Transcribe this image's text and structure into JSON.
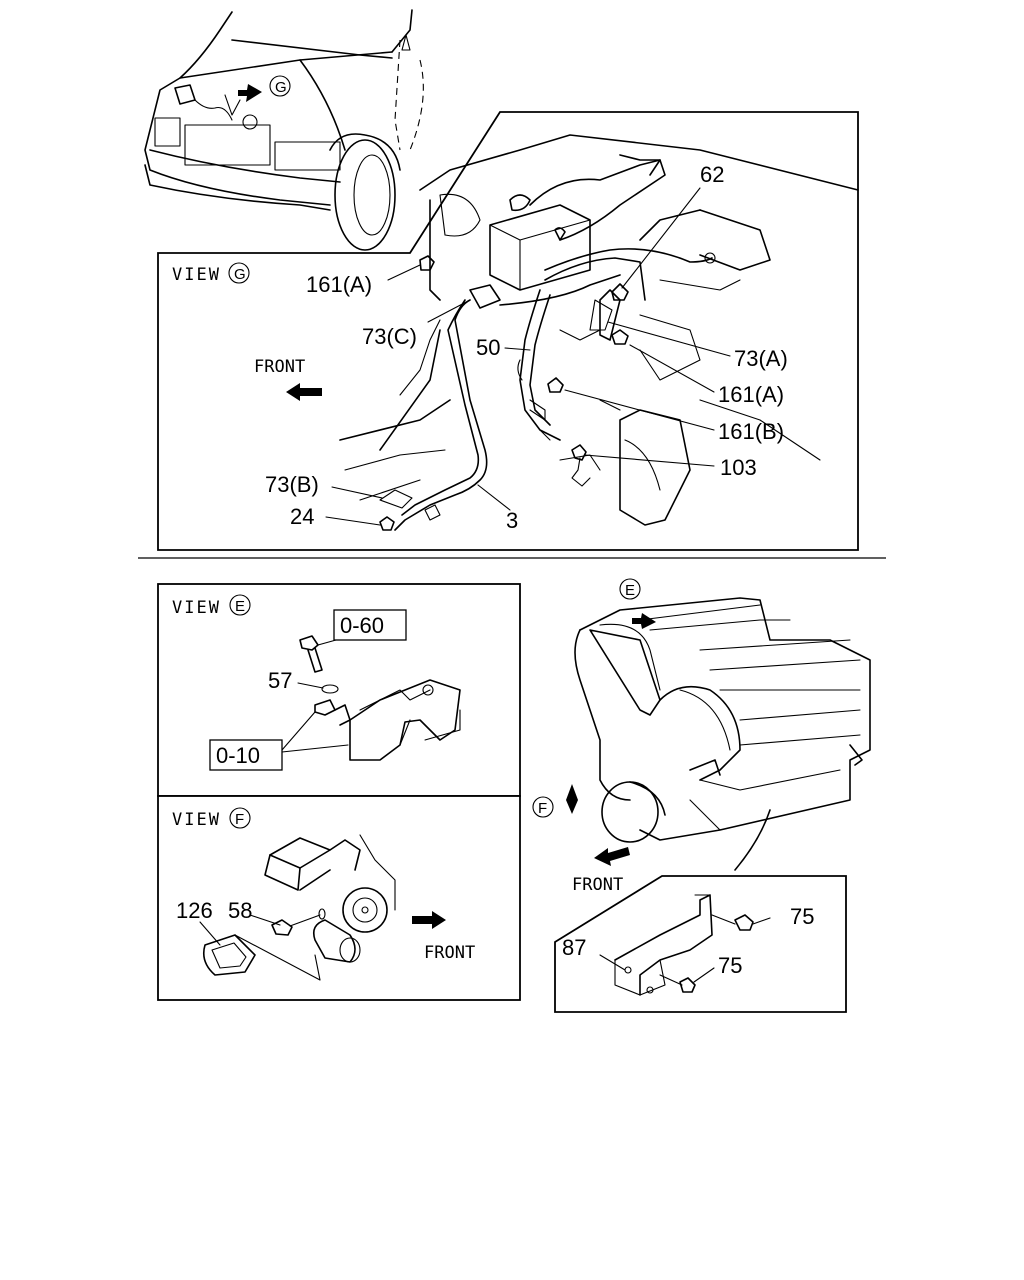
{
  "top_view": {
    "view_title": "VIEW",
    "view_letter": "G",
    "callout": "G",
    "front": "FRONT",
    "labels": {
      "p62": "62",
      "p161a_1": "161(A)",
      "p73c": "73(C)",
      "p50": "50",
      "p73a": "73(A)",
      "p161a_2": "161(A)",
      "p161b": "161(B)",
      "p103": "103",
      "p73b": "73(B)",
      "p24": "24",
      "p3": "3"
    }
  },
  "view_e": {
    "view_title": "VIEW",
    "view_letter": "E",
    "box_060": "0-60",
    "box_010": "0-10",
    "p57": "57"
  },
  "view_f": {
    "view_title": "VIEW",
    "view_letter": "F",
    "p126": "126",
    "p58": "58",
    "front": "FRONT"
  },
  "engine": {
    "callout_e": "E",
    "callout_f": "F",
    "front": "FRONT",
    "p87": "87",
    "p75_1": "75",
    "p75_2": "75"
  }
}
